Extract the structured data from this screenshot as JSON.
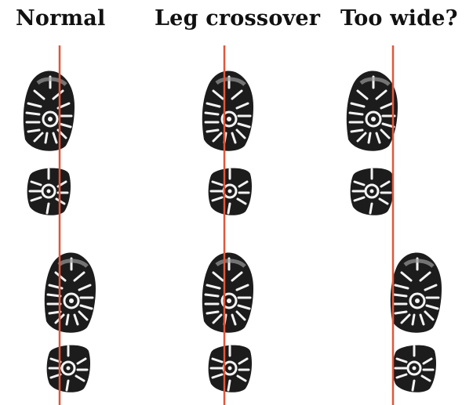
{
  "columns": [
    {
      "id": "normal",
      "title": "Normal"
    },
    {
      "id": "crossover",
      "title": "Leg crossover"
    },
    {
      "id": "wide",
      "title": "Too wide?"
    }
  ],
  "colors": {
    "centerline": "#e0573a",
    "sole": "#1c1c1c",
    "tread_light": "#f4f4f4"
  },
  "icons": [
    "boot-sole-forefoot-icon",
    "boot-sole-heel-icon"
  ]
}
